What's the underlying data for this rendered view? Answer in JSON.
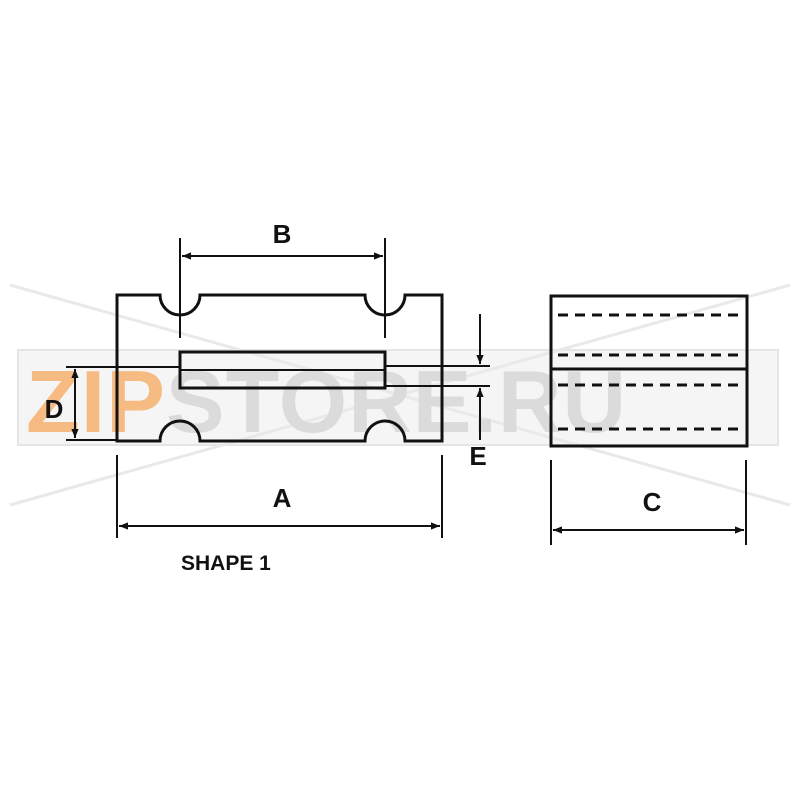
{
  "labels": {
    "a": "A",
    "b": "B",
    "c": "C",
    "d": "D",
    "e": "E"
  },
  "caption": "SHAPE 1",
  "watermark": {
    "prefix": "ZIP",
    "suffix": "STORE.RU"
  },
  "colors": {
    "ink": "#111111",
    "watermark_orange": "#f2a55a",
    "watermark_gray": "#cfcfcf"
  }
}
